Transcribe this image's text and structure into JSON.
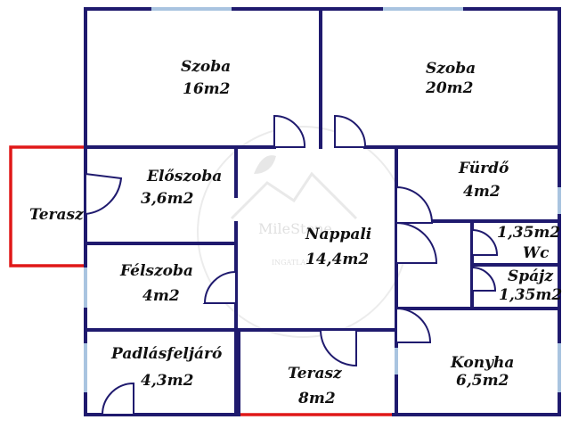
{
  "rooms": [
    {
      "id": "szoba-1",
      "name": "Szoba",
      "area": "16m2"
    },
    {
      "id": "szoba-2",
      "name": "Szoba",
      "area": "20m2"
    },
    {
      "id": "eloszoba",
      "name": "Előszoba",
      "area": "3,6m2"
    },
    {
      "id": "terasz-west",
      "name": "Terasz",
      "area": ""
    },
    {
      "id": "nappali",
      "name": "Nappali",
      "area": "14,4m2"
    },
    {
      "id": "furdo",
      "name": "Fürdő",
      "area": "4m2"
    },
    {
      "id": "wc",
      "name": "Wc",
      "area": "1,35m2"
    },
    {
      "id": "spajz",
      "name": "Spájz",
      "area": "1,35m2"
    },
    {
      "id": "felszoba",
      "name": "Félszoba",
      "area": "4m2"
    },
    {
      "id": "padlasfeljaro",
      "name": "Padlásfeljáró",
      "area": "4,3m2"
    },
    {
      "id": "terasz-south",
      "name": "Terasz",
      "area": "8m2"
    },
    {
      "id": "konyha",
      "name": "Konyha",
      "area": "6,5m2"
    }
  ],
  "watermark": {
    "brand": "MileStone",
    "tagline": "INGATLAN"
  },
  "colors": {
    "wall": "#1f1a6e",
    "terrace_edge": "#e01818",
    "window": "#a9c4e0"
  }
}
